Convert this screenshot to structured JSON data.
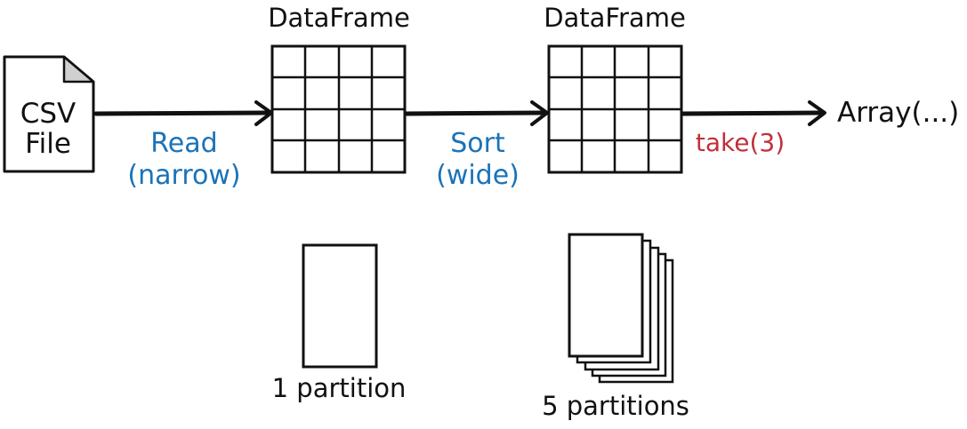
{
  "nodes": {
    "csv_file": {
      "line1": "CSV",
      "line2": "File"
    },
    "dataframe_1": {
      "title": "DataFrame"
    },
    "dataframe_2": {
      "title": "DataFrame"
    },
    "result": {
      "label": "Array(...)"
    }
  },
  "edges": {
    "read": {
      "line1": "Read",
      "line2": "(narrow)",
      "color": "#1a73b8"
    },
    "sort": {
      "line1": "Sort",
      "line2": "(wide)",
      "color": "#1a73b8"
    },
    "take": {
      "label": "take(3)",
      "color": "#c0303a"
    }
  },
  "partitions": {
    "one": {
      "label": "1 partition"
    },
    "five": {
      "label": "5 partitions"
    }
  }
}
